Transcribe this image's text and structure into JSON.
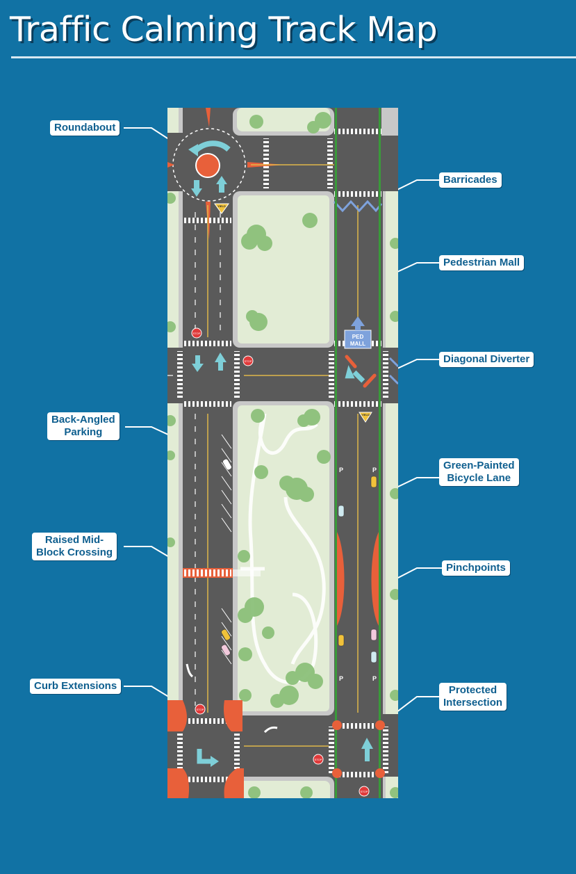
{
  "title": "Traffic Calming Track Map",
  "labels": {
    "roundabout": "Roundabout",
    "barricades": "Barricades",
    "pedestrian_mall": "Pedestrian Mall",
    "diagonal_diverter": "Diagonal Diverter",
    "back_angled_parking_1": "Back-Angled",
    "back_angled_parking_2": "Parking",
    "green_bicycle_lane_1": "Green-Painted",
    "green_bicycle_lane_2": "Bicycle Lane",
    "raised_crossing_1": "Raised Mid-",
    "raised_crossing_2": "Block Crossing",
    "pinchpoints": "Pinchpoints",
    "curb_extensions": "Curb Extensions",
    "protected_intersection_1": "Protected",
    "protected_intersection_2": "Intersection"
  },
  "signs": {
    "ped_mall_1": "PED",
    "ped_mall_2": "MALL",
    "stop": "STOP",
    "yield": "YIELD",
    "parking": "P"
  },
  "colors": {
    "background": "#1172a4",
    "asphalt": "#5a5a5a",
    "park": "#e2ecd5",
    "sidewalk": "#c8c8c8",
    "orange_feature": "#e8603a",
    "bike_lane": "#3a9a3a",
    "arrow": "#7ecfd8"
  }
}
